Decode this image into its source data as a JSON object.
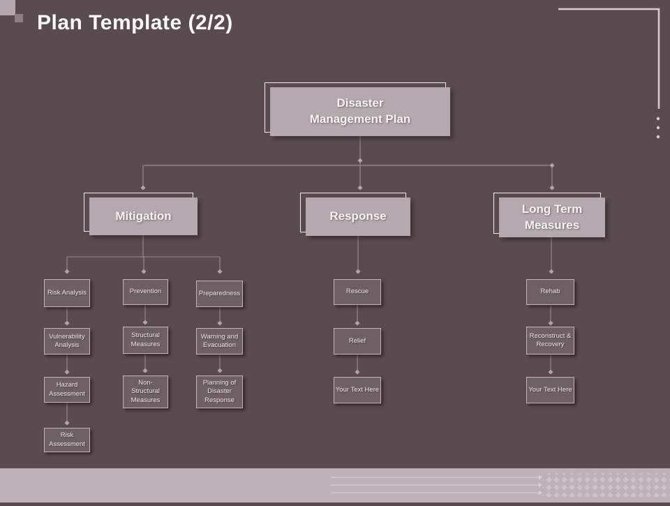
{
  "title": "Plan Template (2/2)",
  "org": {
    "root": "Disaster Management Plan",
    "branches": [
      "Mitigation",
      "Response",
      "Long Term Measures"
    ],
    "mitigation": {
      "col1": [
        "Risk Analysis",
        "Vulnerability Analysis",
        "Hazard Assessment",
        "Risk Assessment"
      ],
      "col2": [
        "Prevention",
        "Structural Measures",
        "Non-Structural Measures"
      ],
      "col3": [
        "Preparedness",
        "Warning and Evacuation",
        "Planning of Disaster Response"
      ]
    },
    "response": [
      "Rescue",
      "Relief",
      "Your Text Here"
    ],
    "long_term": [
      "Rehab",
      "Reconstruct & Recovery",
      "Your Text Here"
    ]
  },
  "colors": {
    "background": "#5a4b51",
    "node_fill": "#b5a8ae",
    "small_fill": "#6f6066",
    "small_border": "#c2b5bb",
    "outline": "#f2ecef",
    "line": "#a3949c",
    "diamond": "#b3a4ab",
    "bar": "#beb1b8",
    "bar_line": "#d9ced4",
    "bar_diamond": "#cfc3c9",
    "decor": "#d9ccd2",
    "title_color": "#fbf8fa",
    "node_text": "#f8f4f6",
    "small_text": "#eee6ea"
  }
}
